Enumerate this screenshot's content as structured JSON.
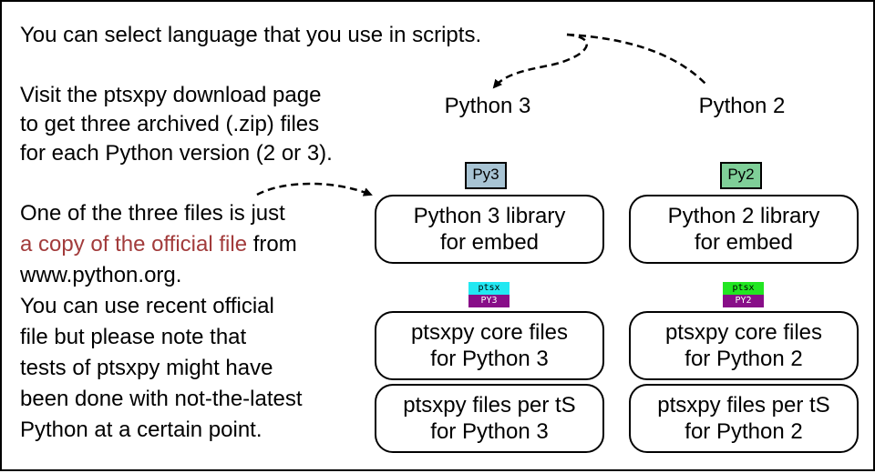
{
  "intro": "You can select language that you use in scripts.",
  "visit": {
    "line1": "Visit the ptsxpy download page",
    "line2": "to get three archived (.zip) files",
    "line3": "for each Python version (2 or 3)."
  },
  "note": {
    "line1": "One of the three files is just",
    "line2_link": "a copy of the official file",
    "line2_tail": " from",
    "line3": "www.python.org.",
    "line4": "You can use recent official",
    "line5": "file but please note that",
    "line6": "tests of ptsxpy might have",
    "line7": "been done with not-the-latest",
    "line8": "Python at a certain point."
  },
  "columns": {
    "py3": {
      "title": "Python 3",
      "tag": "Py3",
      "tag_color": "#a8c4d4",
      "mini_top": "ptsx",
      "mini_bottom": "PY3",
      "mini_top_color": "#22e8f2",
      "library": [
        "Python 3 library",
        "for embed"
      ],
      "core": [
        "ptsxpy core files",
        "for Python 3"
      ],
      "per_ts": [
        "ptsxpy files per tS",
        "for Python 3"
      ]
    },
    "py2": {
      "title": "Python 2",
      "tag": "Py2",
      "tag_color": "#7fcf98",
      "mini_top": "ptsx",
      "mini_bottom": "PY2",
      "mini_top_color": "#22e622",
      "library": [
        "Python 2 library",
        "for embed"
      ],
      "core": [
        "ptsxpy core files",
        "for Python 2"
      ],
      "per_ts": [
        "ptsxpy files per tS",
        "for Python 2"
      ]
    }
  },
  "colors": {
    "link": "#a23b3b",
    "mini_bottom": "#880e88"
  }
}
